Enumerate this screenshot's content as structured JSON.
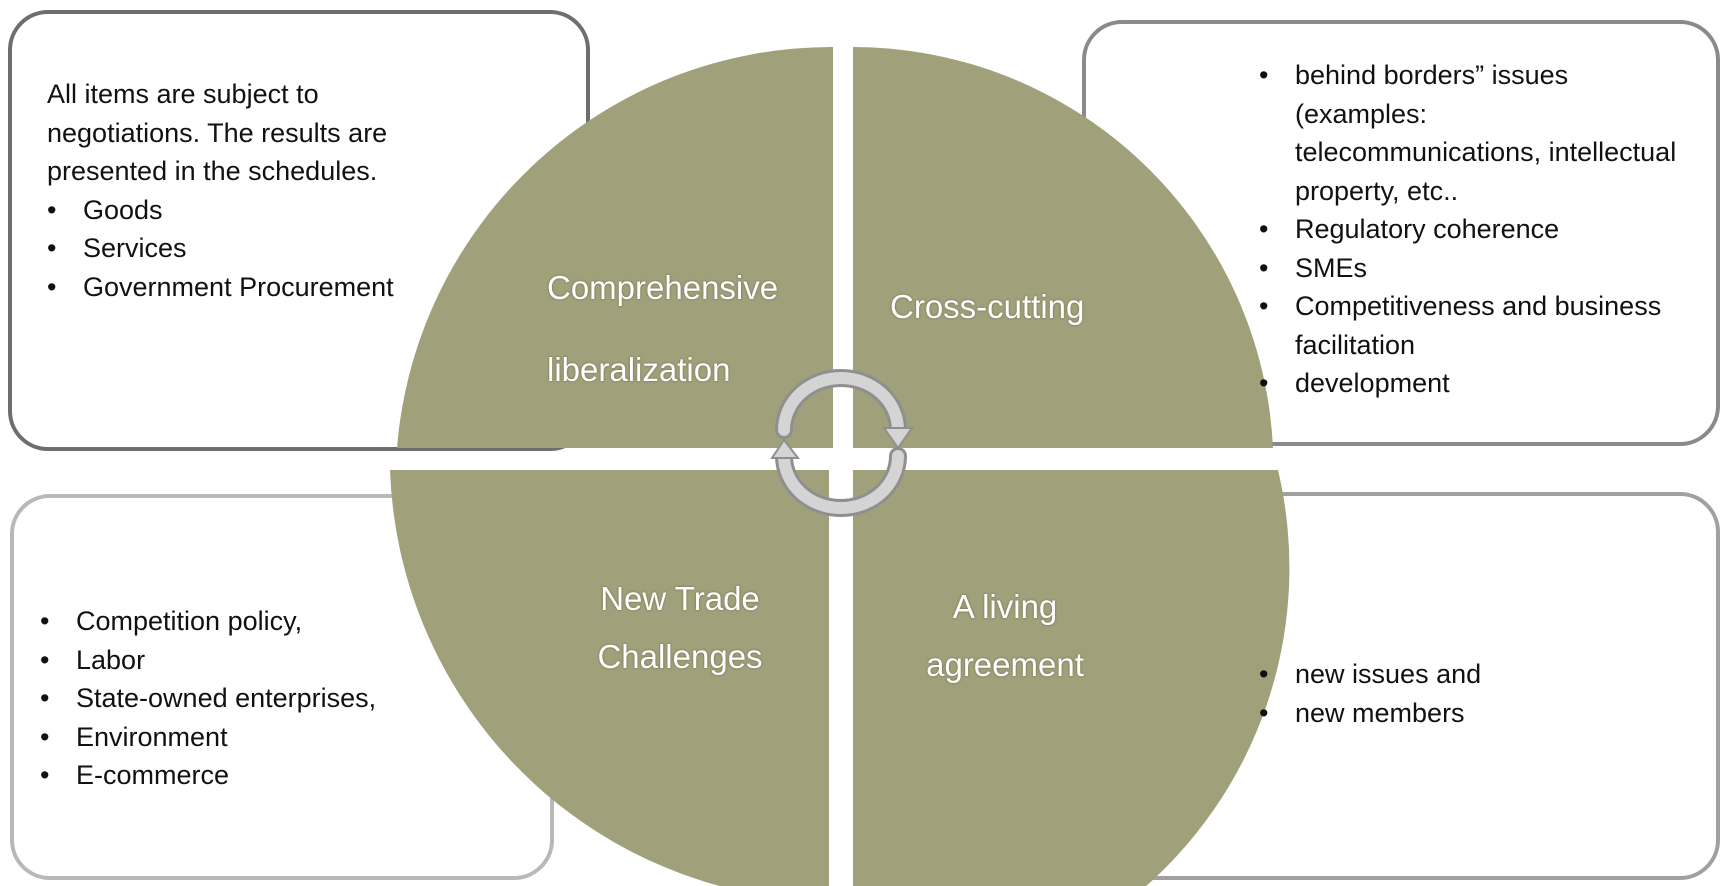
{
  "colors": {
    "quadrant_fill": "#a0a17a",
    "label_text": "#ffffff",
    "cycle_icon": "#d4d4d4"
  },
  "quadrants": {
    "comprehensive": {
      "line1": "Comprehensive",
      "line2": "liberalization"
    },
    "cross_cutting": {
      "label": "Cross-cutting"
    },
    "new_trade": {
      "line1": "New Trade",
      "line2": "Challenges"
    },
    "living": {
      "line1": "A living",
      "line2": "agreement"
    }
  },
  "center_icon": "cycle-arrows-icon",
  "boxes": {
    "top_left": {
      "intro": "All items are subject to negotiations. The results are  presented in the schedules.",
      "items": [
        "Goods",
        "Services",
        "Government Procurement"
      ]
    },
    "top_right": {
      "items": [
        "behind borders” issues (examples: telecommunications, intellectual property, etc..",
        "Regulatory    coherence",
        "SMEs",
        "Competitiveness and business facilitation",
        "development"
      ]
    },
    "bottom_left": {
      "items": [
        "Competition policy,",
        "Labor",
        "State-owned enterprises,",
        "Environment",
        "E-commerce"
      ]
    },
    "bottom_right": {
      "items": [
        "new issues and",
        "new members"
      ]
    }
  }
}
